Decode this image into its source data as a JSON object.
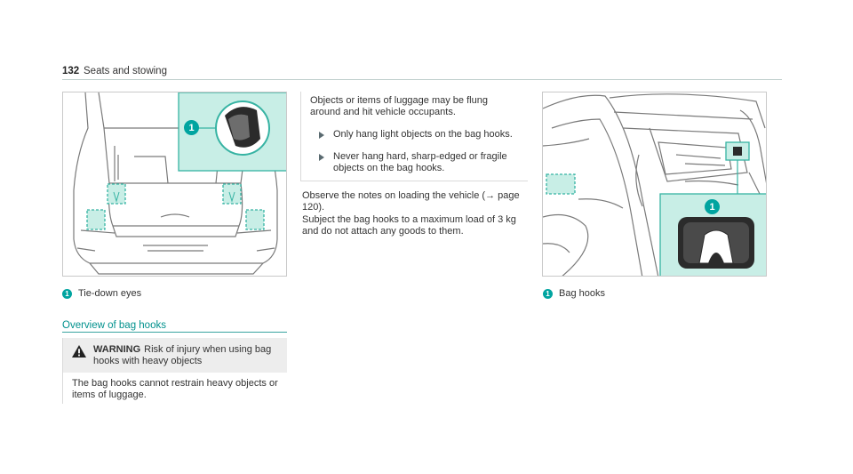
{
  "header": {
    "page_number": "132",
    "section_title": "Seats and stowing"
  },
  "figure_left": {
    "badge": "1",
    "caption_badge": "1",
    "caption": "Tie-down eyes"
  },
  "subheading": "Overview of bag hooks",
  "warning": {
    "label": "WARNING",
    "title": "Risk of injury when using bag hooks with heavy objects",
    "body": "The bag hooks cannot restrain heavy objects or items of luggage."
  },
  "note": {
    "intro": "Objects or items of luggage may be flung around and hit vehicle occupants.",
    "bullets": [
      "Only hang light objects on the bag hooks.",
      "Never hang hard, sharp-edged or fragile objects on the bag hooks."
    ]
  },
  "body": {
    "para1": "Observe the notes on loading the vehicle (→ page 120).",
    "para2": "Subject the bag hooks to a maximum load of 3 kg and do not attach any goods to them."
  },
  "figure_right": {
    "badge": "1",
    "caption_badge": "1",
    "caption": "Bag hooks"
  },
  "colors": {
    "accent": "#00a4a0",
    "highlight_fill": "#c8eee6",
    "highlight_stroke": "#36b3a3"
  }
}
